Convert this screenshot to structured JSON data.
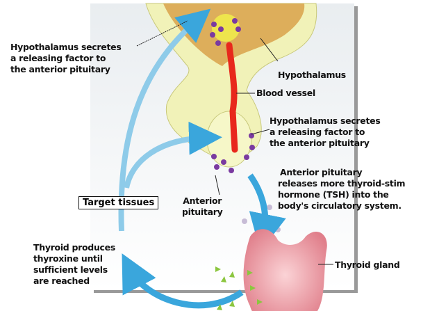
{
  "labels": {
    "hypothalamus_secretes_top": [
      "Hypothalamus secretes",
      "a releasing factor to",
      "the anterior pituitary"
    ],
    "hypothalamus": "Hypothalamus",
    "blood_vessel": "Blood vessel",
    "hypothalamus_secretes_mid": [
      "Hypothalamus secretes",
      "a releasing factor to",
      "the anterior pituitary"
    ],
    "anterior_pituitary_releases": [
      "Anterior pituitary",
      "releases more thyroid-stim",
      "hormone (TSH) into the",
      "body's circulatory system."
    ],
    "anterior_pituitary": [
      "Anterior",
      "pituitary"
    ],
    "target_tissues": "Target tissues",
    "thyroid_gland": "Thyroid gland",
    "thyroid_produces": [
      "Thyroid produces",
      "thyroxine until",
      "sufficient levels",
      "are reached"
    ]
  },
  "colors": {
    "arrow": "#3aa6dc",
    "gland": "#f1f2b8",
    "hypothalamus": "#d9a24a",
    "vessel": "#e8281c",
    "thyroid": "#ef9aa3",
    "hormone": "#7a3aa0",
    "thyroxine": "#8cc63f"
  }
}
